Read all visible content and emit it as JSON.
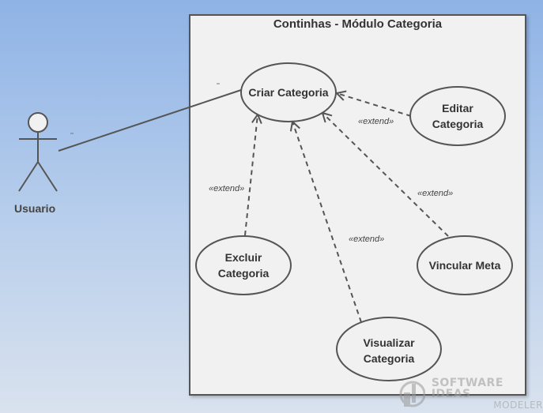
{
  "system": {
    "title": "Continhas - Módulo Categoria"
  },
  "actor": {
    "label": "Usuario"
  },
  "use_cases": {
    "criar": [
      "Criar Categoria"
    ],
    "editar": [
      "Editar",
      "Categoria"
    ],
    "excluir": [
      "Excluir",
      "Categoria"
    ],
    "vincular": [
      "Vincular Meta"
    ],
    "visualizar": [
      "Visualizar",
      "Categoria"
    ]
  },
  "extend_label": "«extend»",
  "watermark": {
    "main": "SOFTWARE IDEAS",
    "sub": "MODELER"
  }
}
